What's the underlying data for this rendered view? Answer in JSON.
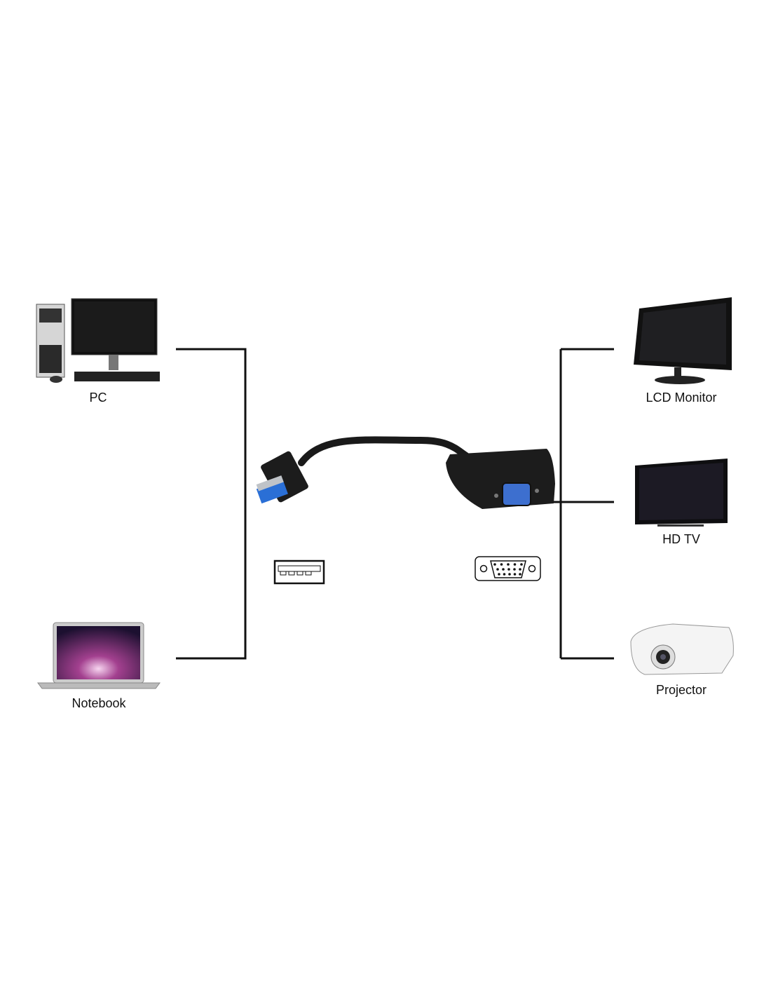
{
  "sources": [
    {
      "id": "pc",
      "label": "PC"
    },
    {
      "id": "notebook",
      "label": "Notebook"
    }
  ],
  "destinations": [
    {
      "id": "lcd",
      "label": "LCD Monitor"
    },
    {
      "id": "hdtv",
      "label": "HD TV"
    },
    {
      "id": "projector",
      "label": "Projector"
    }
  ],
  "adapter": {
    "input": "usb-a-connector",
    "output": "vga-connector"
  },
  "colors": {
    "line": "#111111",
    "usb_blue": "#2a6fd6",
    "vga_blue": "#3d6fcf",
    "cable": "#1a1a1a"
  }
}
